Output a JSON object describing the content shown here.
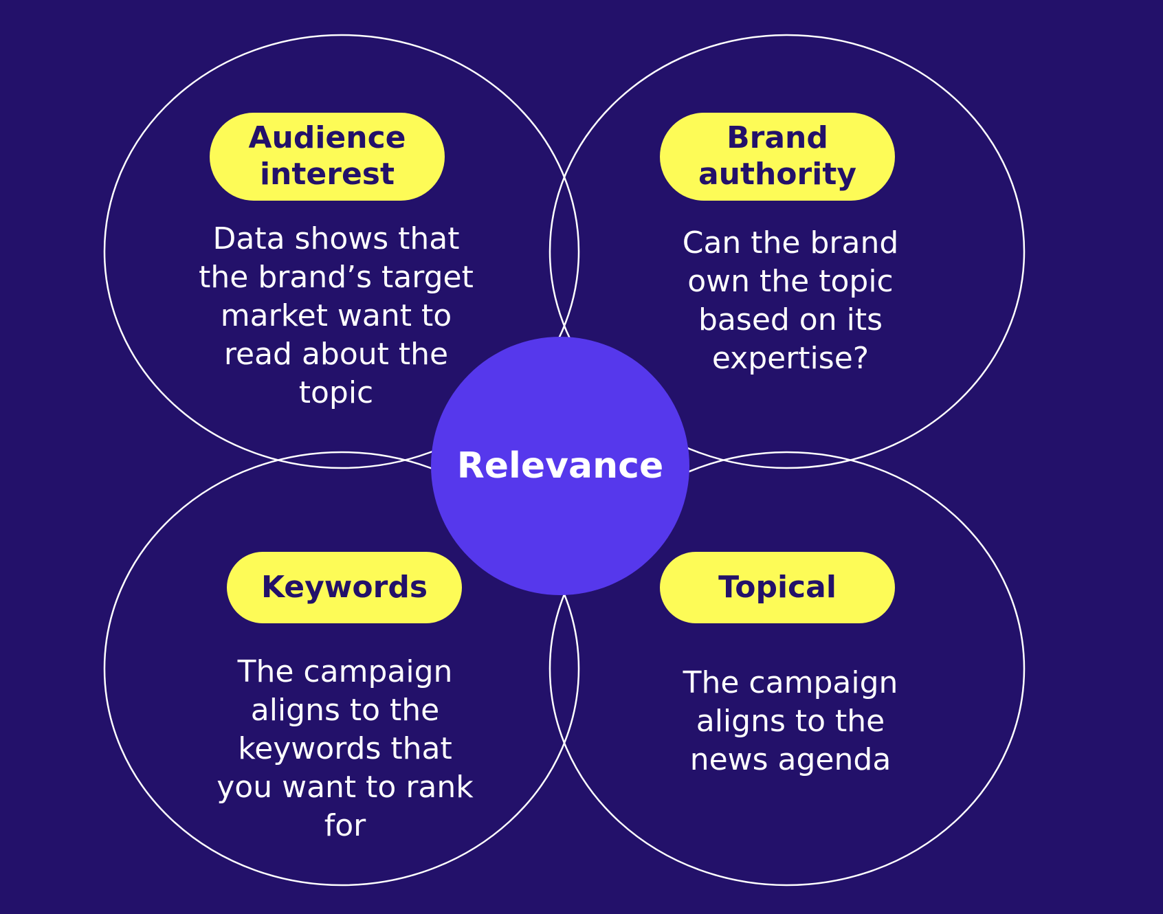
{
  "colors": {
    "background": "#23116a",
    "pill": "#fdfb57",
    "pill_text": "#23116a",
    "hub": "#5638ec",
    "ring_stroke": "#ffffff",
    "text": "#ffffff"
  },
  "center": {
    "label": "Relevance"
  },
  "quadrants": {
    "audience": {
      "title": [
        "Audience",
        "interest"
      ],
      "lines": [
        "Data shows that",
        "the brand’s target",
        "market want to",
        "read about the",
        "topic"
      ]
    },
    "brand": {
      "title": [
        "Brand",
        "authority"
      ],
      "lines": [
        "Can the brand",
        "own the topic",
        "based on its",
        "expertise?"
      ]
    },
    "keywords": {
      "title": [
        "Keywords"
      ],
      "lines": [
        "The campaign",
        "aligns to the",
        "keywords that",
        "you want to rank",
        "for"
      ]
    },
    "topical": {
      "title": [
        "Topical"
      ],
      "lines": [
        "The campaign",
        "aligns to the",
        "news agenda"
      ]
    }
  }
}
